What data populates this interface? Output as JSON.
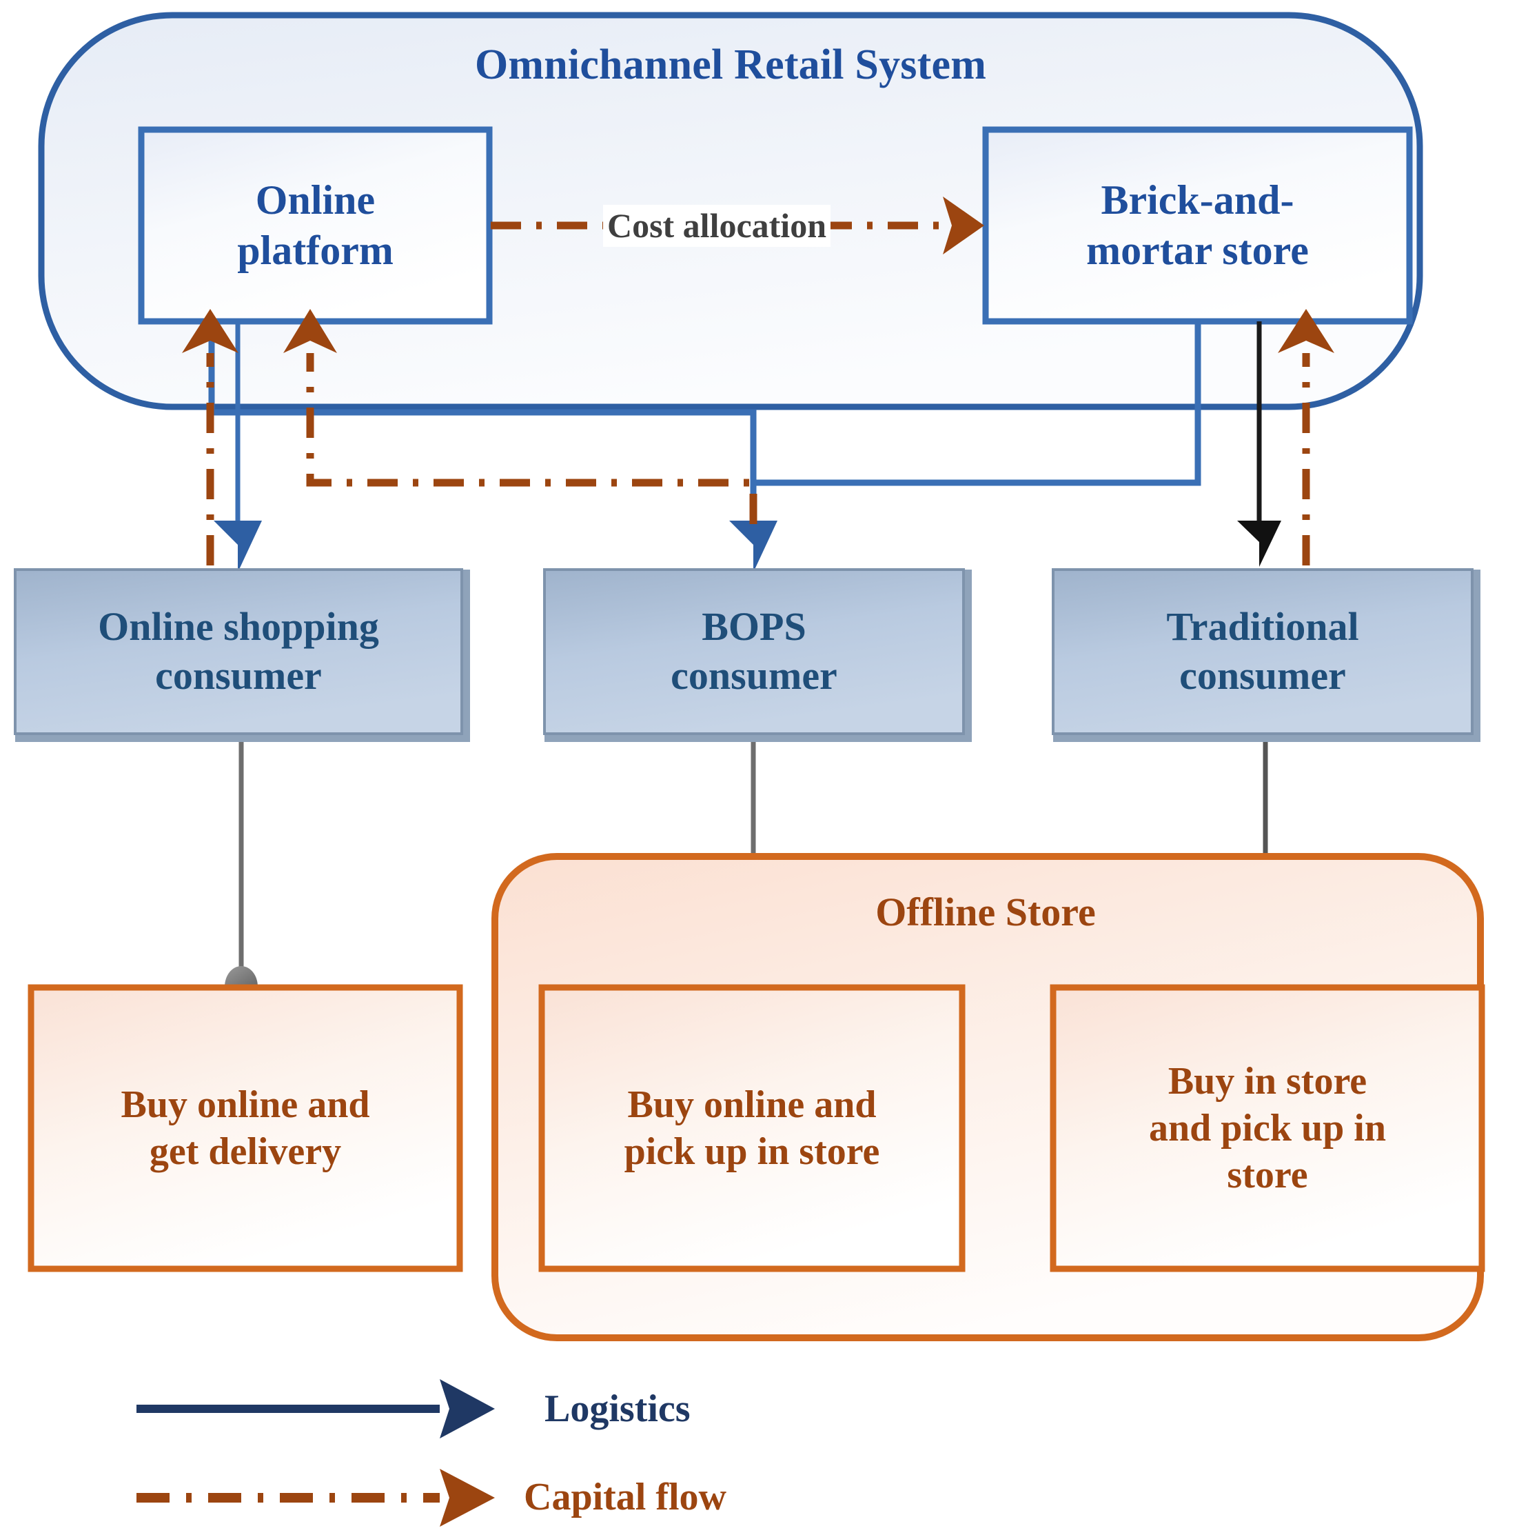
{
  "diagram": {
    "type": "flow-diagram",
    "title": "Omnichannel Retail System"
  },
  "omnichannel_container": {
    "title": "Omnichannel Retail System",
    "border_color": "#2E5FA3",
    "fill": "#EEF2F9"
  },
  "top_nodes": [
    {
      "id": "online-platform",
      "label": "Online\nplatform",
      "color": "#1F4E9C"
    },
    {
      "id": "brick-and-mortar-store",
      "label": "Brick-and-\nmortar store",
      "color": "#1F4E9C"
    }
  ],
  "edge_labels": {
    "cost_allocation": "Cost allocation"
  },
  "consumer_nodes": [
    {
      "id": "online-shopping-consumer",
      "label": "Online shopping\nconsumer",
      "fill": "#A9BDD6"
    },
    {
      "id": "bops-consumer",
      "label": "BOPS\nconsumer",
      "fill": "#A9BDD6"
    },
    {
      "id": "traditional-consumer",
      "label": "Traditional\nconsumer",
      "fill": "#A9BDD6"
    }
  ],
  "offline_store": {
    "title": "Offline Store",
    "border_color": "#D2691E"
  },
  "outcome_nodes": [
    {
      "id": "buy-online-get-delivery",
      "label": "Buy online and\nget delivery",
      "color": "#9C4510"
    },
    {
      "id": "buy-online-pickup-in-store",
      "label": "Buy online and\npick up in store",
      "color": "#9C4510"
    },
    {
      "id": "buy-in-store-pickup-in-store",
      "label": "Buy in store\nand pick up in\nstore",
      "color": "#9C4510"
    }
  ],
  "legend": {
    "items": [
      {
        "id": "logistics",
        "label": "Logistics",
        "color": "#1F3864",
        "style": "solid"
      },
      {
        "id": "capital-flow",
        "label": "Capital flow",
        "color": "#9C4510",
        "style": "dash-dot"
      }
    ]
  },
  "colors": {
    "blue_line": "#3A6FB5",
    "blue_dark": "#1F3864",
    "brown": "#9C4510",
    "black": "#1A1A1A",
    "gray_line": "#6E6E6E",
    "orange": "#D2691E"
  }
}
